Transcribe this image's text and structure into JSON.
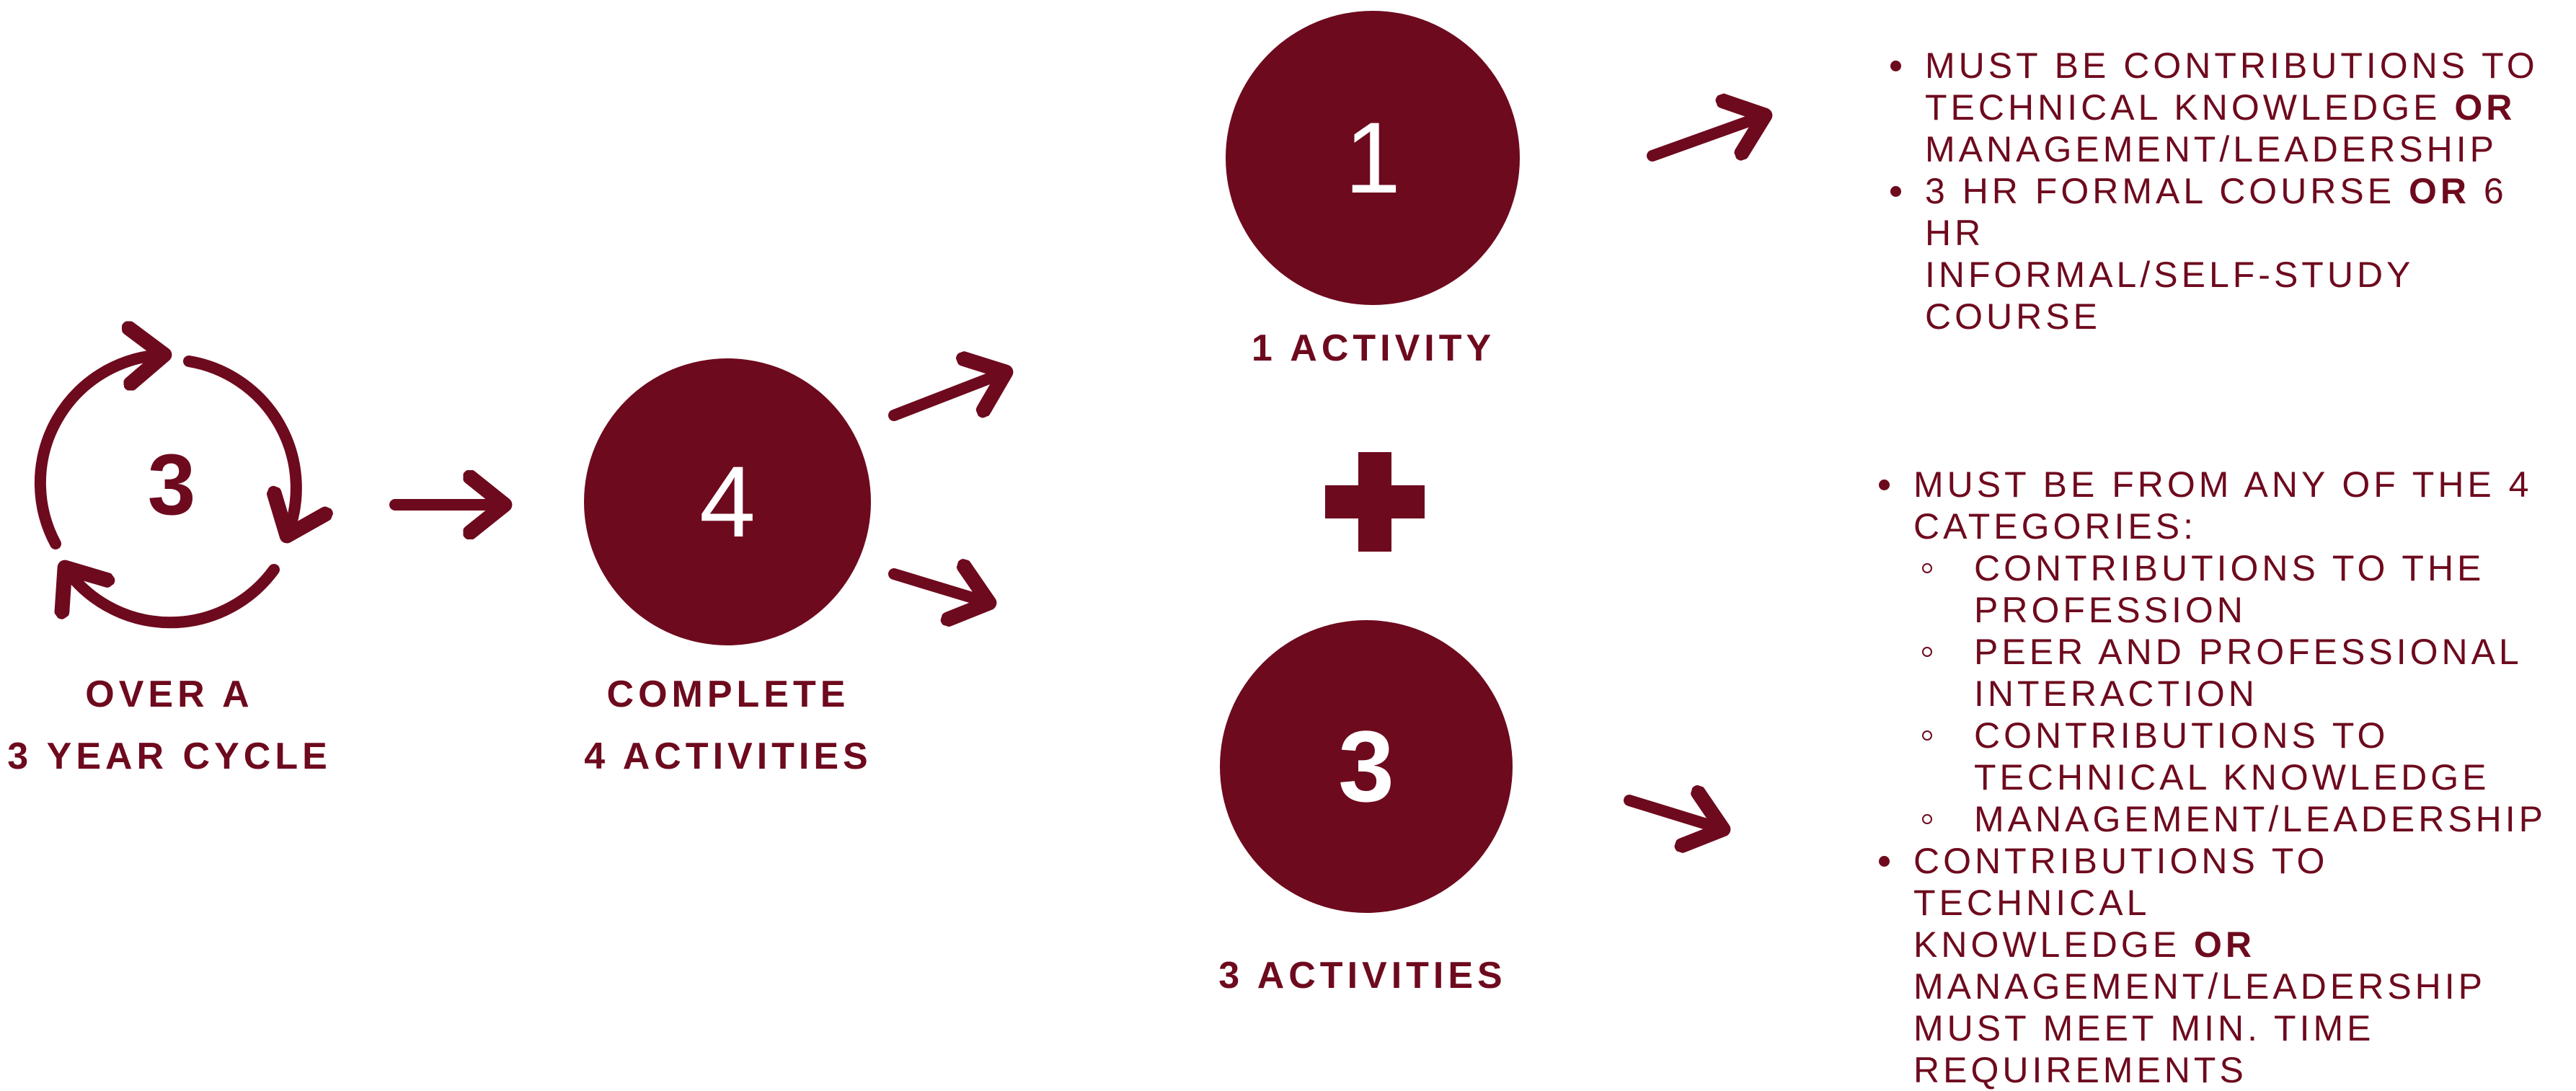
{
  "cycle": {
    "number": "3",
    "caption_lines": [
      "OVER A",
      "3 YEAR CYCLE"
    ]
  },
  "total": {
    "number": "4",
    "caption_lines": [
      "COMPLETE",
      "4 ACTIVITIES"
    ]
  },
  "branch_one": {
    "number": "1",
    "caption": "1 ACTIVITY",
    "notes": [
      {
        "lines": [
          {
            "text": "MUST BE CONTRIBUTIONS TO"
          },
          {
            "text": "TECHNICAL KNOWLEDGE ",
            "bold": "OR"
          },
          {
            "text": "MANAGEMENT/LEADERSHIP"
          }
        ]
      },
      {
        "lines": [
          {
            "text": "3 HR FORMAL COURSE ",
            "bold": "OR",
            "after": " 6 HR"
          },
          {
            "text": "INFORMAL/SELF-STUDY"
          },
          {
            "text": "COURSE"
          }
        ]
      }
    ]
  },
  "branch_three": {
    "number": "3",
    "caption": "3 ACTIVITIES",
    "notes": [
      {
        "lines": [
          {
            "text": "MUST BE FROM ANY OF THE 4"
          },
          {
            "text": "CATEGORIES:"
          }
        ],
        "sub": [
          {
            "lines": [
              "CONTRIBUTIONS TO THE",
              "PROFESSION"
            ]
          },
          {
            "lines": [
              "PEER AND PROFESSIONAL",
              "INTERACTION"
            ]
          },
          {
            "lines": [
              "CONTRIBUTIONS TO",
              "TECHNICAL KNOWLEDGE"
            ]
          },
          {
            "lines": [
              "MANAGEMENT/LEADERSHIP"
            ]
          }
        ]
      },
      {
        "lines": [
          {
            "text": "CONTRIBUTIONS TO TECHNICAL"
          },
          {
            "text": "KNOWLEDGE ",
            "bold": "OR"
          },
          {
            "text": "MANAGEMENT/LEADERSHIP"
          },
          {
            "text": "MUST MEET MIN. TIME"
          },
          {
            "text": "REQUIREMENTS"
          }
        ]
      }
    ]
  },
  "plus_symbol": "+",
  "colors": {
    "accent": "#6e0a1e",
    "on_accent": "#ffffff"
  },
  "icons": [
    "cycle-arrows-icon",
    "right-arrow-icon",
    "plus-icon"
  ]
}
